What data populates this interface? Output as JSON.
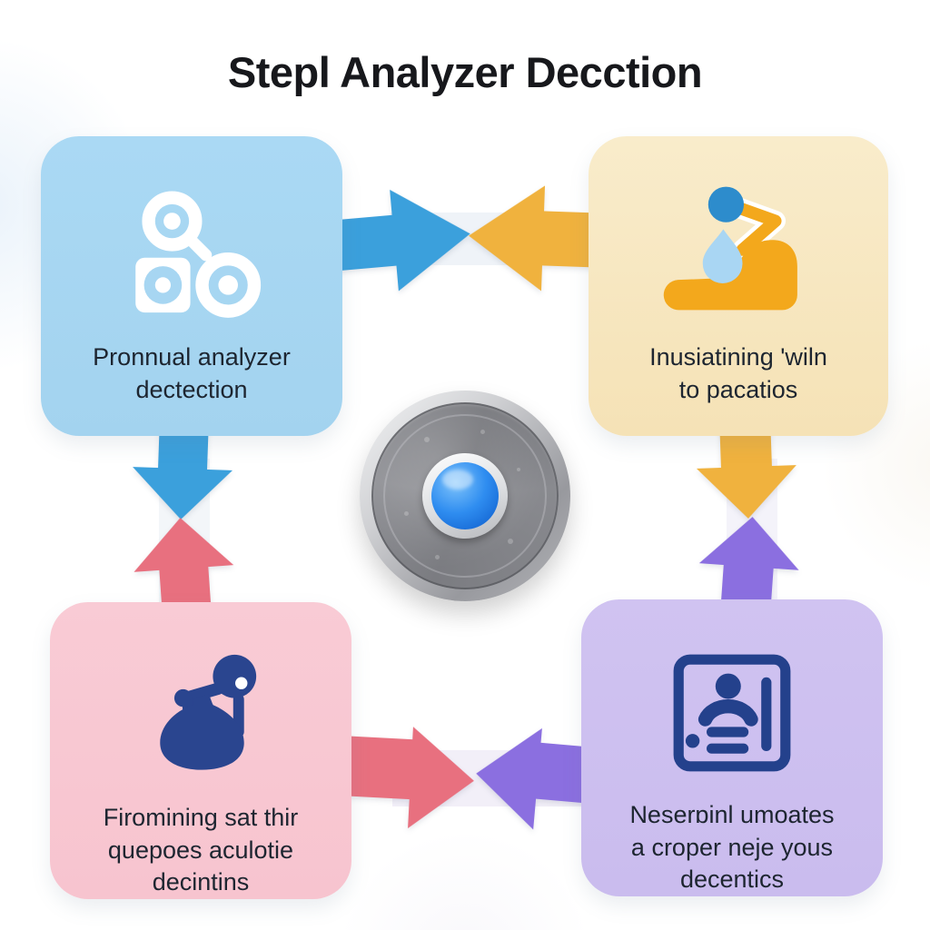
{
  "title": "Stepl Analyzer Decction",
  "steps": [
    {
      "id": "step-top-left",
      "label": "Pronnual analyzer\ndectection",
      "icon": "magnifier-discs-icon",
      "box_color": "#a7d6f2"
    },
    {
      "id": "step-top-right",
      "label": "Inusiatining 'wiln\nto pacatios",
      "icon": "pouring-arm-icon",
      "box_color": "#f7e7c2"
    },
    {
      "id": "step-bottom-left",
      "label": "Firomining sat thir\nquepoes aculotie\ndecintins",
      "icon": "sack-inspector-icon",
      "box_color": "#f8c9d3"
    },
    {
      "id": "step-bottom-right",
      "label": "Neserɒinl umoates\na croper neje yous\ndecentics",
      "icon": "profile-card-icon",
      "box_color": "#cec1f0"
    }
  ],
  "center": {
    "element": "metallic-dial-button",
    "button_color": "#2f8df0",
    "dial_color": "#85868b"
  },
  "arrow_colors": {
    "blue": "#3ba0dc",
    "yellow": "#f0b23e",
    "pink": "#e8707f",
    "purple": "#8b6fe0"
  },
  "icon_colors": {
    "white": "#ffffff",
    "navy": "#2a458f",
    "amber": "#f3a81c",
    "blue": "#2d8ccc",
    "light_blue": "#a9d6f3"
  }
}
